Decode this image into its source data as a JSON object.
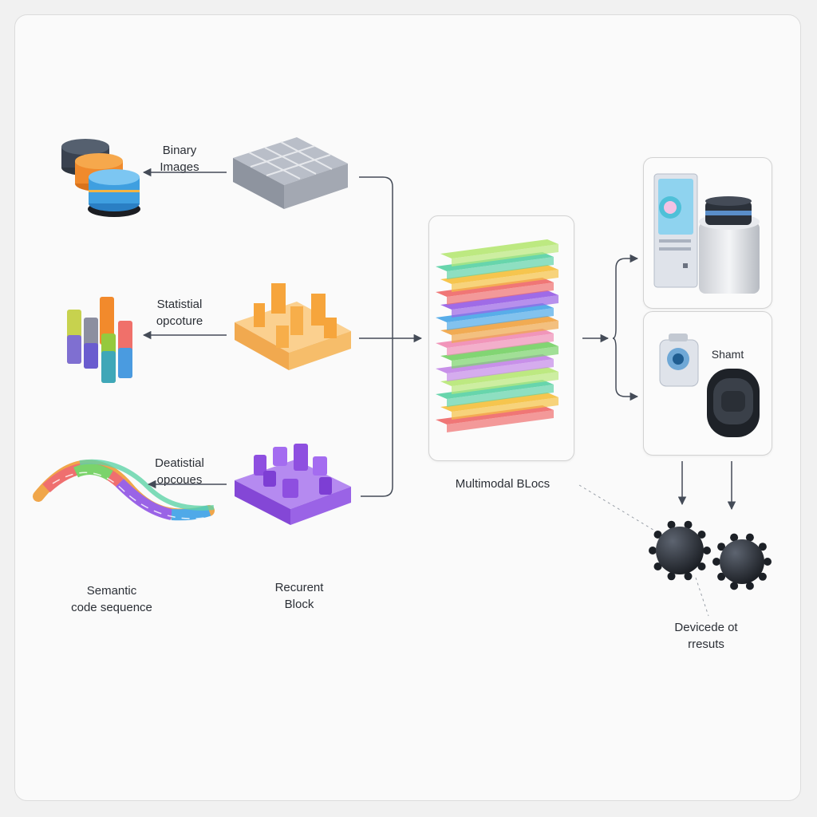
{
  "inputs": [
    {
      "icon": "database-stack-icon",
      "lines": [
        "Binary",
        "Images"
      ]
    },
    {
      "icon": "bar-columns-icon",
      "lines": [
        "Statistial",
        "opcoture"
      ]
    },
    {
      "icon": "color-ribbon-icon",
      "lines": [
        "Deatistial",
        "opcoues"
      ]
    }
  ],
  "blocks": [
    {
      "icon": "gray-tile-grid-icon",
      "color": "#9aa1ad"
    },
    {
      "icon": "orange-pillar-block-icon",
      "color": "#f6b45a"
    },
    {
      "icon": "purple-pillar-block-icon",
      "color": "#9a63e6"
    }
  ],
  "captions": {
    "sequence": [
      "Semantic",
      "code sequence"
    ],
    "recurrent": [
      "Recurent",
      "Block"
    ],
    "multimodal": "Multimodal BLocs",
    "output": [
      "Devicede ot",
      "rresuts"
    ]
  },
  "multimodal": {
    "icon": "multimodal-layer-stack-icon",
    "layer_colors": [
      "#b9e87a",
      "#5fd3a8",
      "#f5c244",
      "#ef6f6f",
      "#9a63e6",
      "#4fa9e8",
      "#f0a64a",
      "#f08fb6",
      "#7bd36b",
      "#c58ae8"
    ]
  },
  "outputs": {
    "top": {
      "icons": [
        "tower-computer-icon",
        "storage-cylinder-icon"
      ]
    },
    "bottom": {
      "label": "Shamt",
      "icons": [
        "camera-device-icon",
        "black-puck-device-icon"
      ]
    },
    "results": {
      "icons": [
        "gear-ball-icon",
        "gear-ball-icon"
      ]
    }
  },
  "colors": {
    "arrow": "#444b57",
    "frame_border": "#dcdcdc"
  }
}
